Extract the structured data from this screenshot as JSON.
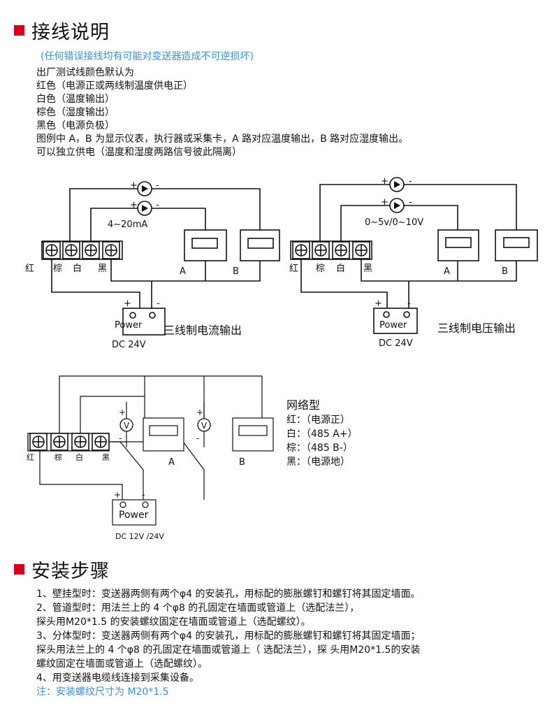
{
  "wiring": {
    "title": "接线说明",
    "warning": "(任何错误接线均有可能对变送器造成不可逆损坏)",
    "lines": [
      "出厂测试线颜色默认为",
      "红色（电源正或两线制温度供电正）",
      "白色（温度输出）",
      "棕色（湿度输出）",
      "黑色（电源负极）",
      "图例中 A，B 为显示仪表，执行器或采集卡，A 路对应温度输出，B 路对应湿度输出。",
      "可以独立供电（温度和湿度两路信号彼此隔离）"
    ]
  },
  "diagram_current": {
    "range_label": "4~20mA",
    "terminals": [
      "红",
      "棕",
      "白",
      "黑"
    ],
    "meter_a": "A",
    "meter_b": "B",
    "plus": "+",
    "minus": "-",
    "power_label": "Power",
    "supply": "DC 24V",
    "caption": "三线制电流输出"
  },
  "diagram_voltage": {
    "range_label": "0~5v/0~10V",
    "terminals": [
      "红",
      "棕",
      "白",
      "黑"
    ],
    "meter_a": "A",
    "meter_b": "B",
    "plus": "+",
    "minus": "-",
    "power_label": "Power",
    "supply": "DC 24V",
    "caption": "三线制电压输出"
  },
  "diagram_network": {
    "terminals": [
      "红",
      "棕",
      "白",
      "黑"
    ],
    "meter_symbol": "V",
    "meter_a": "A",
    "meter_b": "B",
    "plus": "+",
    "minus": "-",
    "power_label": "Power",
    "supply": "DC 12V /24V",
    "legend_title": "网络型",
    "legend": [
      "红：（电源正）",
      "白：（485 A+）",
      "棕：（485 B-）",
      "黑：（电源地）"
    ]
  },
  "installation": {
    "title": "安装步骤",
    "lines": [
      "1、壁挂型时：变送器两侧有两个φ4 的安装孔，用标配的膨胀螺钉和螺钉将其固定墙面。",
      "2、管道型时：用法兰上的 4 个φ8 的孔固定在墙面或管道上（选配法兰），",
      "探头用M20*1.5 的安装螺纹固定在墙面或管道上（选配螺纹）。",
      "3、分体型时：变送器两侧有两个φ4 的安装孔，用标配的膨胀螺钉和螺钉将其固定墙面；",
      "探头用法兰上的 4 个φ8 的孔固定在墙面或管道上（ 选配法兰），探 头用M20*1.5的安装",
      "螺纹固定在墙面或管道上（选配螺纹）。",
      "4、用变送器电缆线连接到采集设备。"
    ],
    "note": "注：安装螺纹尺寸为 M20*1.5"
  },
  "colors": {
    "accent": "#d4001d",
    "note_blue": "#3b8fd8"
  }
}
